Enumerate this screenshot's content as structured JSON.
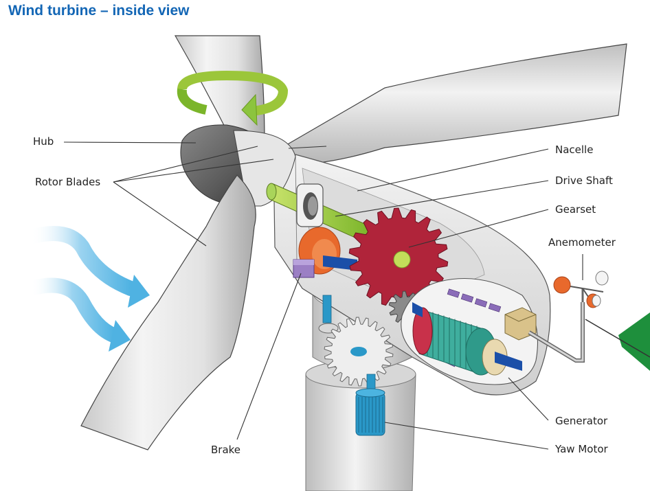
{
  "title": "Wind turbine – inside view",
  "labels": {
    "hub": "Hub",
    "rotor_blades": "Rotor Blades",
    "nacelle": "Nacelle",
    "drive_shaft": "Drive Shaft",
    "gearset": "Gearset",
    "anemometer": "Anemometer",
    "generator": "Generator",
    "yaw_motor": "Yaw Motor",
    "brake": "Brake"
  },
  "colors": {
    "title": "#1366b5",
    "wind_arrows": "#7cc4ea",
    "rotation_arrow": "#9bc63a",
    "gear": "#b0243a",
    "generator": "#3fae9e",
    "yaw_motor": "#2a98c8",
    "brake": "#9b7fc4",
    "brake_disc": "#e8692c",
    "shaft": "#8cc44a",
    "vane": "#1e8f3c"
  }
}
